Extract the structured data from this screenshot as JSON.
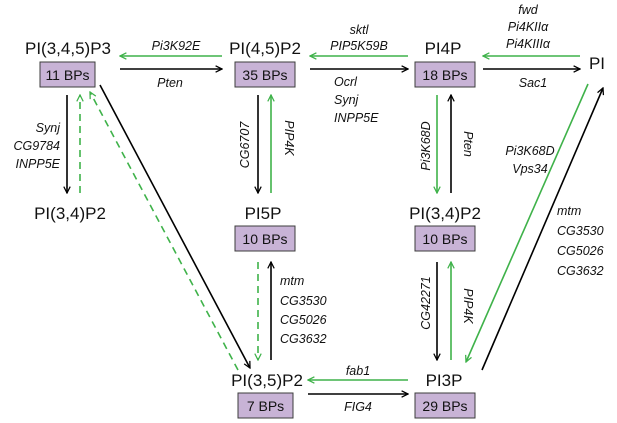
{
  "nodes": {
    "pip3": {
      "label": "PI(3,4,5)P3",
      "bps": "11 BPs"
    },
    "pi45p2": {
      "label": "PI(4,5)P2",
      "bps": "35 BPs"
    },
    "pi4p": {
      "label": "PI4P",
      "bps": "18 BPs"
    },
    "pi": {
      "label": "PI"
    },
    "pi34p2_left": {
      "label": "PI(3,4)P2"
    },
    "pi5p": {
      "label": "PI5P",
      "bps": "10 BPs"
    },
    "pi34p2_right": {
      "label": "PI(3,4)P2",
      "bps": "10 BPs"
    },
    "pi35p2": {
      "label": "PI(3,5)P2",
      "bps": "7 BPs"
    },
    "pi3p": {
      "label": "PI3P",
      "bps": "29 BPs"
    }
  },
  "enzymes": {
    "pi3k92e": "Pi3K92E",
    "pten_top": "Pten",
    "sktl": "sktl",
    "pip5k59b": "PIP5K59B",
    "ocrl": "Ocrl",
    "synj_top": "Synj",
    "inpp5e_top": "INPP5E",
    "fwd": "fwd",
    "pi4kii": "Pi4KIIα",
    "pi4kiii": "Pi4KIIIα",
    "sac1": "Sac1",
    "synj_left": "Synj",
    "cg9784": "CG9784",
    "inpp5e_left": "INPP5E",
    "cg6707": "CG6707",
    "pip4k_mid": "PIP4K",
    "pi3k68d_mid": "Pi3K68D",
    "pten_mid": "Pten",
    "pi3k68d_right": "Pi3K68D",
    "vps34": "Vps34",
    "mtm_right": "mtm",
    "cg3530_right": "CG3530",
    "cg5026_right": "CG5026",
    "cg3632_right": "CG3632",
    "mtm_mid": "mtm",
    "cg3530_mid": "CG3530",
    "cg5026_mid": "CG5026",
    "cg3632_mid": "CG3632",
    "cg42271": "CG42271",
    "pip4k_low": "PIP4K",
    "fab1": "fab1",
    "fig4": "FIG4"
  },
  "colors": {
    "black_arrow": "#000000",
    "green_arrow": "#3fb24a",
    "box_fill": "#c8b3d6"
  }
}
